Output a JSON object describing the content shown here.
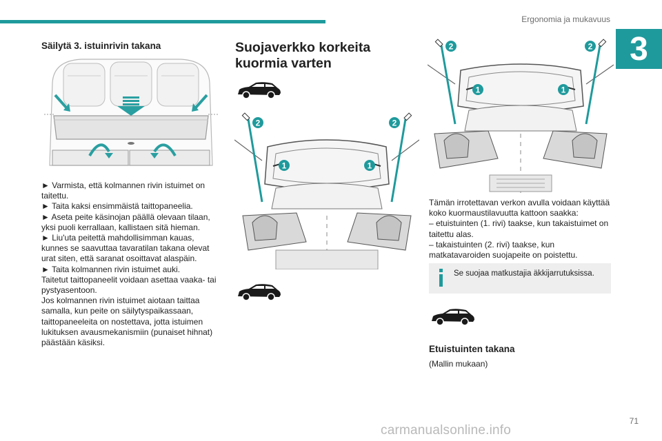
{
  "header": {
    "section_title": "Ergonomia ja mukavuus",
    "chapter_number": "3"
  },
  "col1": {
    "heading": "Säilytä 3. istuinrivin takana",
    "paragraphs": [
      "► Varmista, että kolmannen rivin istuimet on taitettu.",
      "► Taita kaksi ensimmäistä taittopaneelia.",
      "► Aseta peite käsinojan päällä olevaan tilaan, yksi puoli kerrallaan, kallistaen sitä hieman.",
      "► Liu'uta peitettä mahdollisimman kauas, kunnes se saavuttaa tavaratilan takana olevat urat siten, että saranat osoittavat alaspäin.",
      "► Taita kolmannen rivin istuimet auki.",
      "Taitetut taittopaneelit voidaan asettaa vaaka- tai pystyasentoon.",
      "Jos kolmannen rivin istuimet aiotaan taittaa samalla, kun peite on säilytyspaikassaan, taittopaneeleita on nostettava, jotta istuimen lukituksen avausmekanismiin (punaiset hihnat) päästään käsiksi."
    ]
  },
  "col2": {
    "heading": "Suojaverkko korkeita kuormia varten",
    "callouts": [
      "2",
      "1",
      "1",
      "2"
    ]
  },
  "col3": {
    "callouts": [
      "2",
      "2",
      "1",
      "1"
    ],
    "paragraphs": [
      "Tämän irrotettavan verkon avulla voidaan käyttää koko kuormaustilavuutta kattoon saakka:",
      "– etuistuinten (1. rivi) taakse, kun takaistuimet on taitettu alas.",
      "– takaistuinten (2. rivi) taakse, kun matkatavaroiden suojapeite on poistettu."
    ],
    "info_text": "Se suojaa matkustajia äkkijarrutuksissa.",
    "subheading": "Etuistuinten takana",
    "subnote": "(Mallin mukaan)"
  },
  "footer": {
    "page_number": "71",
    "watermark": "carmanualsonline.info"
  },
  "colors": {
    "accent": "#1f9a9c",
    "info_bg": "#eeeeee"
  },
  "icons": [
    "info-icon",
    "car-silhouette-icon"
  ]
}
